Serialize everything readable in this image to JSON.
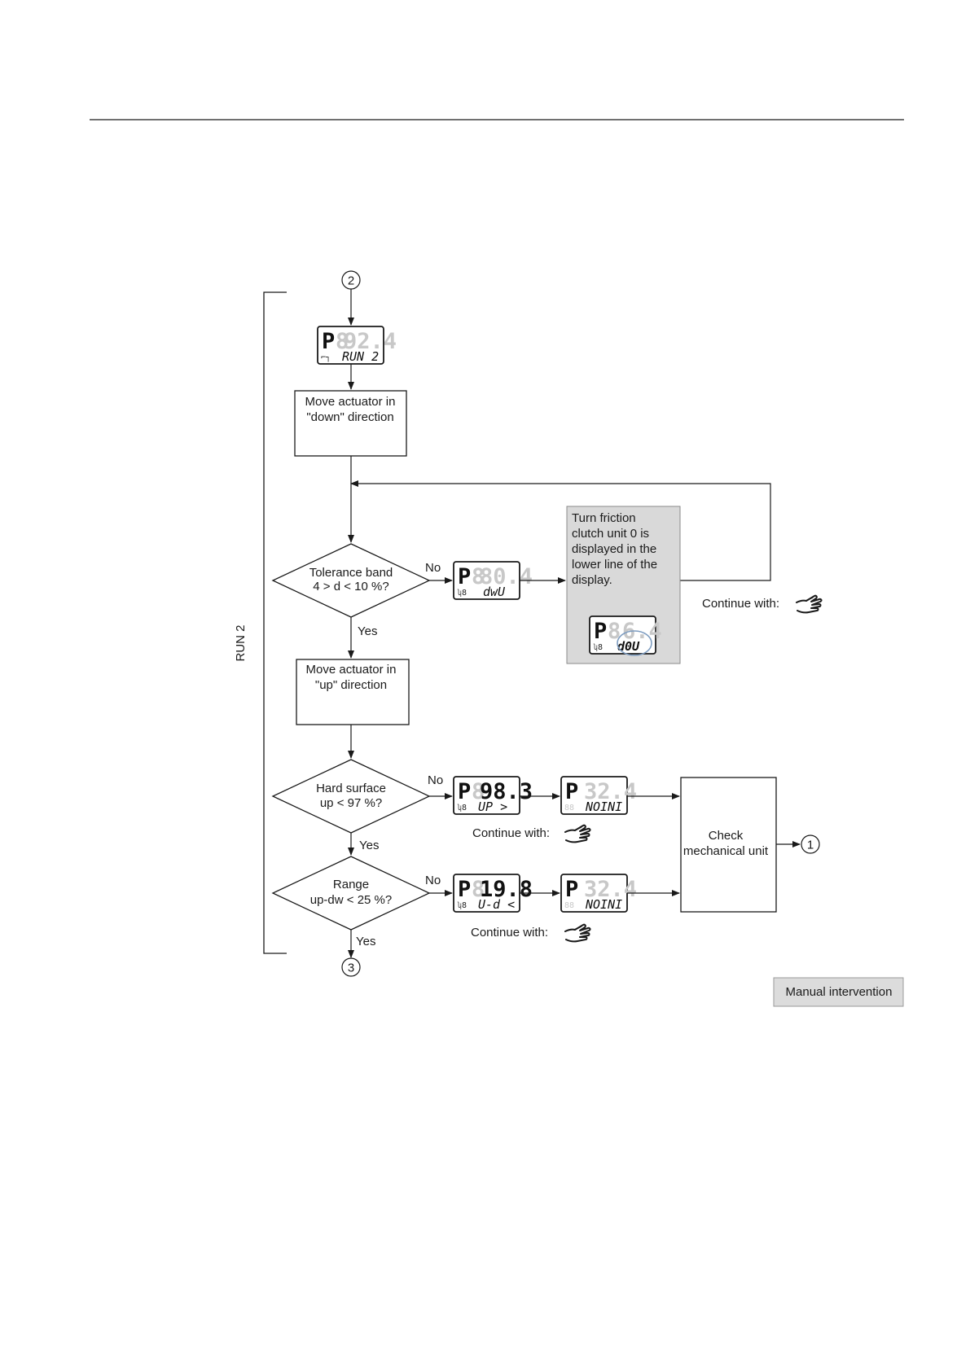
{
  "bracket_label": "RUN 2",
  "connectors": {
    "top": "2",
    "bottom": "3",
    "right": "1"
  },
  "steps": {
    "move_down": [
      "Move actuator in",
      "\"down\" direction"
    ],
    "move_up": [
      "Move actuator in",
      "\"up\" direction"
    ],
    "tolerance": [
      "Tolerance band",
      "4 > d < 10 %?"
    ],
    "hard_surface": [
      "Hard surface",
      "up < 97 %?"
    ],
    "range": [
      "Range",
      "up-dw < 25 %?"
    ],
    "check": [
      "Check",
      "mechanical unit"
    ],
    "friction_note": [
      "Turn friction",
      "clutch unit 0 is",
      "displayed in the",
      "lower line of the",
      "display."
    ]
  },
  "branch_labels": {
    "no": "No",
    "yes": "Yes"
  },
  "continue_label": "Continue with:",
  "legend_label": "Manual intervention",
  "displays": {
    "run2": {
      "prefix": "P",
      "dim": "8",
      "value": "92.4",
      "small_left": "⌐┐",
      "lower": "RUN 2"
    },
    "tolerance": {
      "prefix": "P",
      "dim": "8",
      "value": "80.4",
      "small_left": "ʮ8",
      "lower": "dwU"
    },
    "friction": {
      "prefix": "P",
      "dim": "8",
      "value": "6.4",
      "small_left": "ʮ8",
      "lower": "d0U"
    },
    "hard_a": {
      "prefix": "P",
      "dim": "8",
      "value": "98.3",
      "small_left": "ʮ8",
      "lower": "UP  >"
    },
    "hard_b": {
      "prefix": "P",
      "dim": "",
      "value": "32.4",
      "small_left": "88",
      "lower": "NOINI"
    },
    "range_a": {
      "prefix": "P",
      "dim": "8",
      "value": "19.8",
      "small_left": "ʮ8",
      "lower": "U-d <"
    },
    "range_b": {
      "prefix": "P",
      "dim": "",
      "value": "32.4",
      "small_left": "88",
      "lower": "NOINI"
    }
  },
  "colors": {
    "note_fill": "#d9d9d9",
    "legend_fill": "#dcdcdc",
    "line": "#1a1a1a",
    "highlight_circle": "#7d9cc0"
  },
  "icons": {
    "manual": "hand-pointing-icon"
  }
}
